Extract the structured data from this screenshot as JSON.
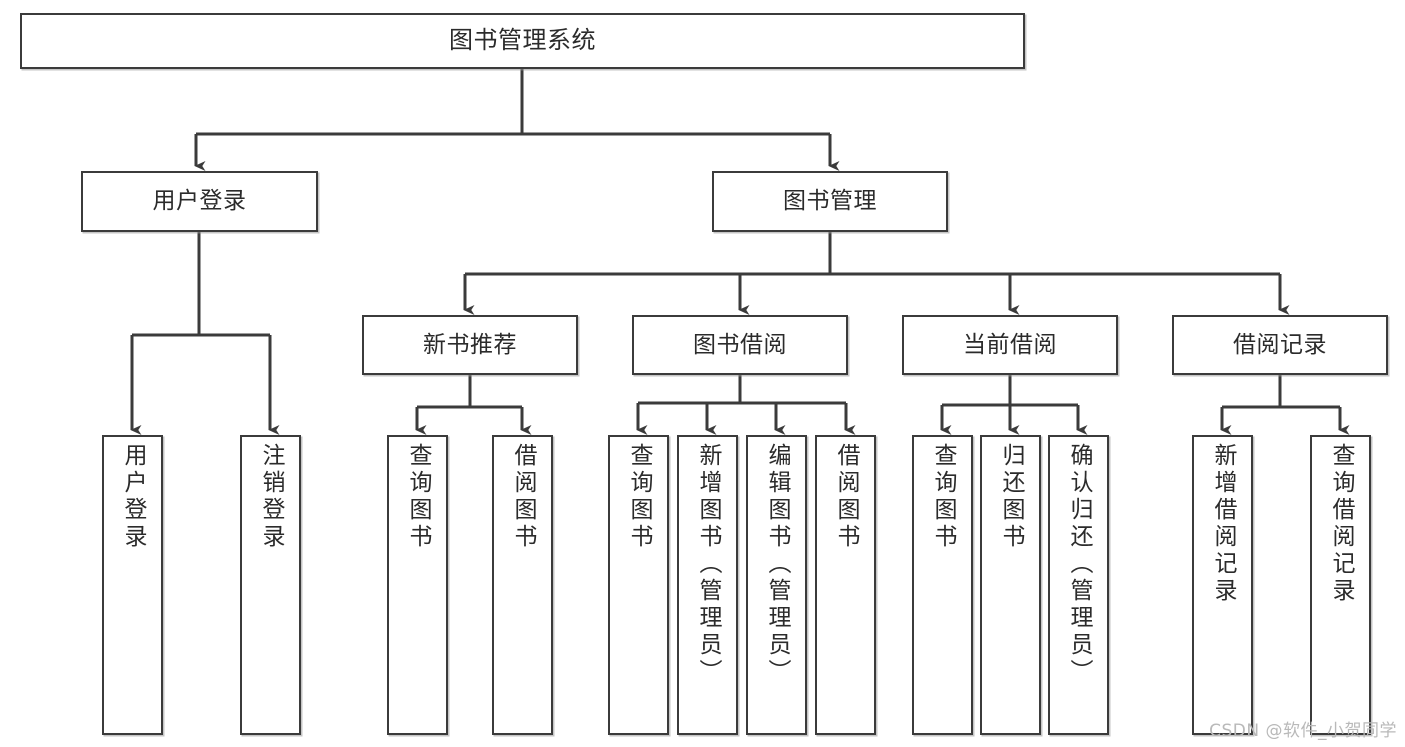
{
  "diagram": {
    "title": "图书管理系统",
    "type": "tree-hierarchy",
    "watermark": "CSDN @软件_小贺同学",
    "stroke_color": "#3b3b3b",
    "text_color": "#2b2b2b",
    "background_color": "#ffffff",
    "levels": [
      {
        "level": 1,
        "nodes": [
          {
            "id": "root",
            "label": "图书管理系统",
            "orientation": "horizontal"
          }
        ]
      },
      {
        "level": 2,
        "nodes": [
          {
            "id": "l2-0",
            "label": "用户登录",
            "orientation": "horizontal",
            "parent": "root"
          },
          {
            "id": "l2-1",
            "label": "图书管理",
            "orientation": "horizontal",
            "parent": "root"
          }
        ]
      },
      {
        "level": 3,
        "nodes": [
          {
            "id": "l3-0",
            "label": "新书推荐",
            "orientation": "horizontal",
            "parent": "l2-1"
          },
          {
            "id": "l3-1",
            "label": "图书借阅",
            "orientation": "horizontal",
            "parent": "l2-1"
          },
          {
            "id": "l3-2",
            "label": "当前借阅",
            "orientation": "horizontal",
            "parent": "l2-1"
          },
          {
            "id": "l3-3",
            "label": "借阅记录",
            "orientation": "horizontal",
            "parent": "l2-1"
          }
        ]
      },
      {
        "level": 4,
        "nodes": [
          {
            "id": "l4-0",
            "label": "用户登录",
            "orientation": "vertical",
            "parent": "l2-0"
          },
          {
            "id": "l4-1",
            "label": "注销登录",
            "orientation": "vertical",
            "parent": "l2-0"
          },
          {
            "id": "l4-2",
            "label": "查询图书",
            "orientation": "vertical",
            "parent": "l3-0"
          },
          {
            "id": "l4-3",
            "label": "借阅图书",
            "orientation": "vertical",
            "parent": "l3-0"
          },
          {
            "id": "l4-4",
            "label": "查询图书",
            "orientation": "vertical",
            "parent": "l3-1"
          },
          {
            "id": "l4-5",
            "label": "新增图书（管理员）",
            "orientation": "vertical",
            "parent": "l3-1"
          },
          {
            "id": "l4-6",
            "label": "编辑图书（管理员）",
            "orientation": "vertical",
            "parent": "l3-1"
          },
          {
            "id": "l4-7",
            "label": "借阅图书",
            "orientation": "vertical",
            "parent": "l3-1"
          },
          {
            "id": "l4-8",
            "label": "查询图书",
            "orientation": "vertical",
            "parent": "l3-2"
          },
          {
            "id": "l4-9",
            "label": "归还图书",
            "orientation": "vertical",
            "parent": "l3-2"
          },
          {
            "id": "l4-10",
            "label": "确认归还（管理员）",
            "orientation": "vertical",
            "parent": "l3-2"
          },
          {
            "id": "l4-11",
            "label": "新增借阅记录",
            "orientation": "vertical",
            "parent": "l3-3"
          },
          {
            "id": "l4-12",
            "label": "查询借阅记录",
            "orientation": "vertical",
            "parent": "l3-3"
          }
        ]
      }
    ]
  }
}
